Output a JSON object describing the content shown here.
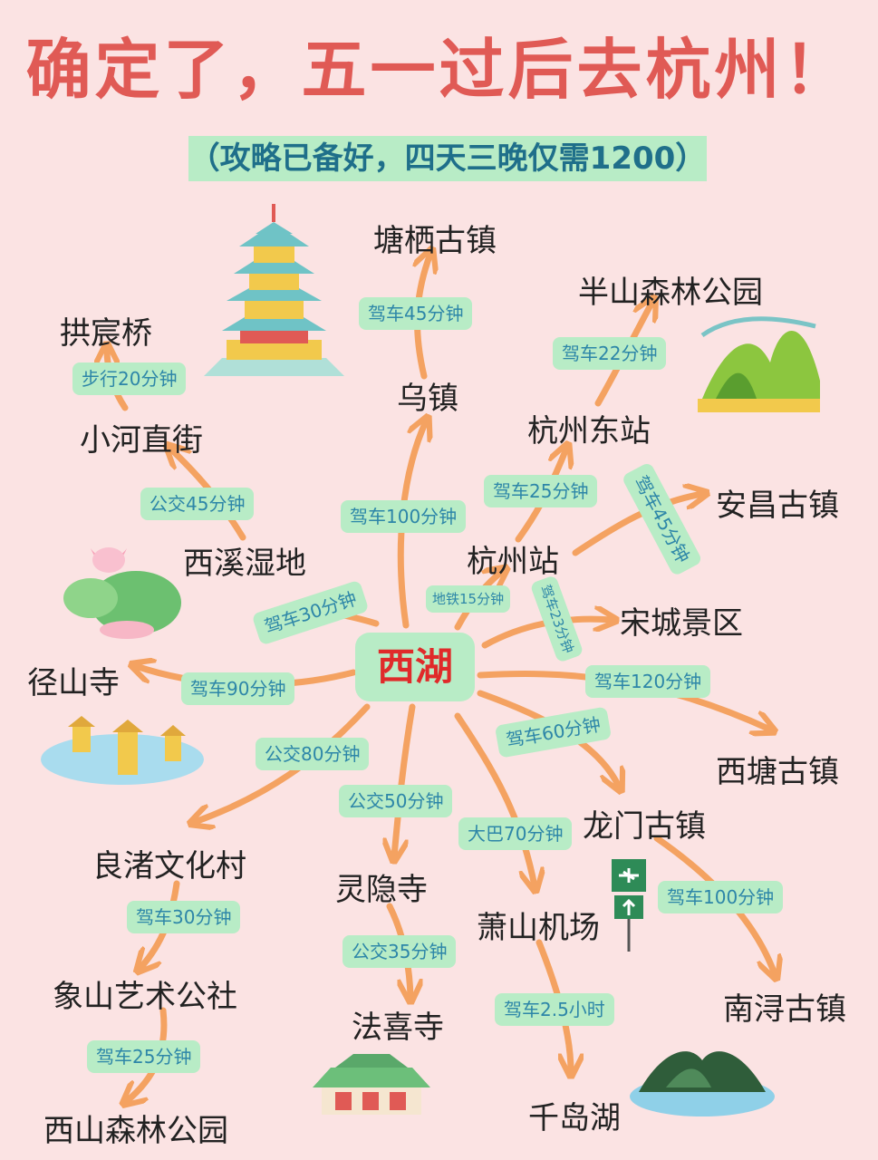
{
  "title": "确定了，五一过后去杭州！",
  "subtitle": "（攻略已备好，四天三晚仅需1200）",
  "center": "西湖",
  "places": {
    "tangqi": "塘栖古镇",
    "banshan": "半山森林公园",
    "gongchen": "拱宸桥",
    "wuzhen": "乌镇",
    "xiaohe": "小河直街",
    "hzdong": "杭州东站",
    "anchang": "安昌古镇",
    "xixi": "西溪湿地",
    "hzzhan": "杭州站",
    "songcheng": "宋城景区",
    "jingshan": "径山寺",
    "xitang": "西塘古镇",
    "longmen": "龙门古镇",
    "liangzhu": "良渚文化村",
    "lingyin": "灵隐寺",
    "xiaoshan": "萧山机场",
    "xiangshan": "象山艺术公社",
    "faxi": "法喜寺",
    "nanxun": "南浔古镇",
    "qiandao": "千岛湖",
    "xishan": "西山森林公园"
  },
  "labels": {
    "l_tangqi": "驾车45分钟",
    "l_banshan": "驾车22分钟",
    "l_gongchen": "步行20分钟",
    "l_xiaohe": "公交45分钟",
    "l_wuzhen": "驾车100分钟",
    "l_hzdong": "驾车25分钟",
    "l_anchang": "驾车45分钟",
    "l_xixi": "驾车30分钟",
    "l_hzzhan": "地铁15分钟",
    "l_songcheng": "驾车23分钟",
    "l_jingshan": "驾车90分钟",
    "l_xitang": "驾车120分钟",
    "l_longmen": "驾车60分钟",
    "l_liangzhu": "公交80分钟",
    "l_lingyin": "公交50分钟",
    "l_xiaoshan": "大巴70分钟",
    "l_nanxun": "驾车100分钟",
    "l_xiangshan": "驾车30分钟",
    "l_faxi": "公交35分钟",
    "l_qiandao": "驾车2.5小时",
    "l_xishan": "驾车25分钟"
  },
  "icons": [
    "pagoda-icon",
    "mountain-book-icon",
    "lotus-icon",
    "three-pagodas-lake-icon",
    "airport-sign-icon",
    "temple-icon",
    "island-icon"
  ],
  "colors": {
    "background": "#fbe3e3",
    "title": "#e05a55",
    "arrow": "#f4a261",
    "label_bg": "#b8ecc6",
    "label_text": "#2d86a8",
    "center_text": "#e02a2a"
  }
}
